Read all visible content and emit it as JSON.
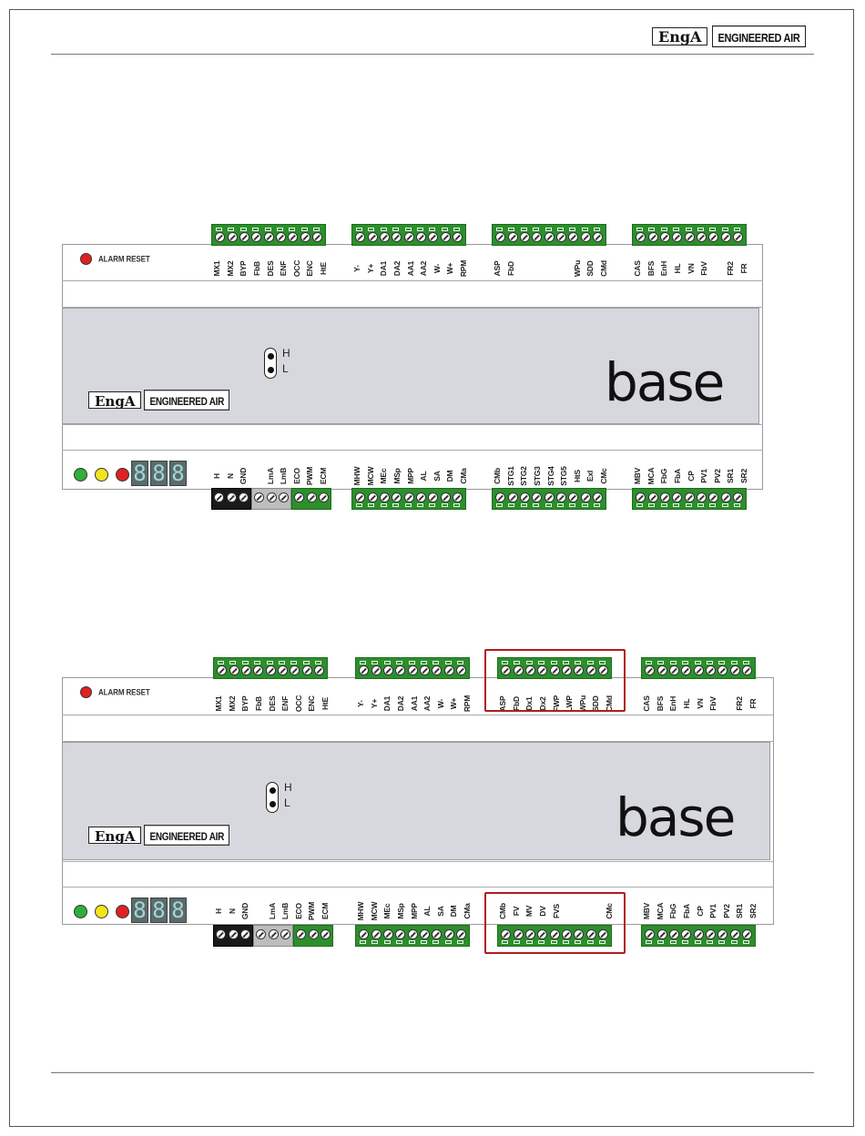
{
  "header": {
    "logo_enga": "EngA",
    "logo_ea": "ENGINEERED AIR"
  },
  "controller": {
    "alarm_reset": "ALARM RESET",
    "switch_h": "H",
    "switch_l": "L",
    "brand_logo": "base",
    "panel_logo_enga": "EngA",
    "panel_logo_ea": "ENGINEERED AIR",
    "display_digits": [
      "8",
      "8",
      "8"
    ],
    "leds": [
      {
        "name": "green",
        "color": "#2fae3a"
      },
      {
        "name": "yellow",
        "color": "#f2e41c"
      },
      {
        "name": "red",
        "color": "#e02121"
      }
    ],
    "alarm_led_color": "#e02121"
  },
  "controller1": {
    "top_labels": [
      [
        "MX1",
        "MX2",
        "BYP",
        "FbB",
        "DES",
        "ENF",
        "OCC",
        "ENC",
        "HtE"
      ],
      [
        "Y-",
        "Y+",
        "DA1",
        "DA2",
        "AA1",
        "AA2",
        "W-",
        "W+",
        "RPM"
      ],
      [
        "ASP",
        "FbD",
        "",
        "",
        "",
        "",
        "WPu",
        "SDD",
        "CMd"
      ],
      [
        "CAS",
        "BFS",
        "EnH",
        "HL",
        "VN",
        "FbV",
        "",
        "FR2",
        "FR"
      ]
    ],
    "bottom_labels": [
      [
        "H",
        "N",
        "GND",
        "",
        "LmA",
        "LmB",
        "ECO",
        "PWM",
        "ECM"
      ],
      [
        "MHW",
        "MCW",
        "MEc",
        "MSp",
        "MPP",
        "AL",
        "SA",
        "DM",
        "CMa"
      ],
      [
        "CMb",
        "STG1",
        "STG2",
        "STG3",
        "STG4",
        "STG5",
        "HtS",
        "ExI",
        "CMc"
      ],
      [
        "MBV",
        "MCA",
        "FbG",
        "FbA",
        "CP",
        "PV1",
        "PV2",
        "SR1",
        "SR2"
      ]
    ]
  },
  "controller2": {
    "top_labels": [
      [
        "MX1",
        "MX2",
        "BYP",
        "FbB",
        "DES",
        "ENF",
        "OCC",
        "ENC",
        "HtE"
      ],
      [
        "Y-",
        "Y+",
        "DA1",
        "DA2",
        "AA1",
        "AA2",
        "W-",
        "W+",
        "RPM"
      ],
      [
        "ASP",
        "FbD",
        "Dx1",
        "Dx2",
        "FWP",
        "LWP",
        "WPu",
        "SDD",
        "CMd"
      ],
      [
        "CAS",
        "BFS",
        "EnH",
        "HL",
        "VN",
        "FbV",
        "",
        "FR2",
        "FR"
      ]
    ],
    "bottom_labels": [
      [
        "H",
        "N",
        "GND",
        "",
        "LmA",
        "LmB",
        "ECO",
        "PWM",
        "ECM"
      ],
      [
        "MHW",
        "MCW",
        "MEc",
        "MSp",
        "MPP",
        "AL",
        "SA",
        "DM",
        "CMa"
      ],
      [
        "CMb",
        "FV",
        "MV",
        "DV",
        "FVS",
        "",
        "",
        "",
        "CMc"
      ],
      [
        "MBV",
        "MCA",
        "FbG",
        "FbA",
        "CP",
        "PV1",
        "PV2",
        "SR1",
        "SR2"
      ]
    ]
  },
  "colors": {
    "terminal_green": "#2c8f2c",
    "highlight_red": "#b01c1c",
    "panel_grey": "#d7d8de"
  }
}
